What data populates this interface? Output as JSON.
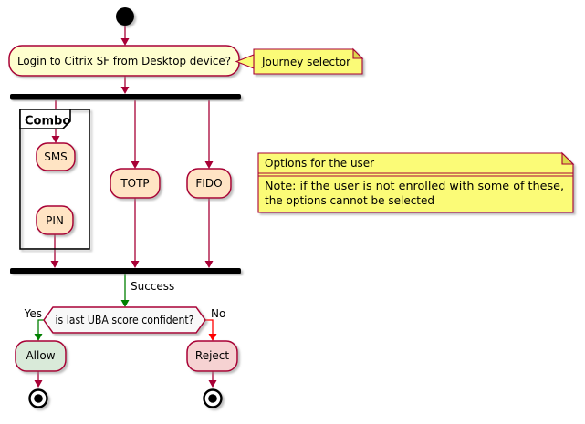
{
  "diagram_type": "activity-flowchart",
  "colors": {
    "border": "#A80036",
    "activity_fill": "#FEFECE",
    "option_fill": "#FFE4C4",
    "allow_fill": "#D9EAD9",
    "reject_fill": "#F6D2D2",
    "decision_fill": "#F8F8F8",
    "note_fill": "#FBFB77",
    "note_fold": "#DBDB4B",
    "arrow": "#A80036",
    "arrow_success": "#008000",
    "arrow_reject": "#FF0000",
    "bar": "#000000",
    "partition_border": "#000000",
    "text": "#000000"
  },
  "nodes": {
    "login": "Login to Citrix SF from Desktop device?",
    "sms": "SMS",
    "pin": "PIN",
    "totp": "TOTP",
    "fido": "FIDO",
    "decision": "is last UBA score confident?",
    "allow": "Allow",
    "reject": "Reject"
  },
  "partition": {
    "label": "Combo"
  },
  "notes": {
    "journey_selector": {
      "text": "Journey selector"
    },
    "options": {
      "title": "Options for the user",
      "body_line1": "Note: if the user is not enrolled with some of these,",
      "body_line2": "the options cannot be selected"
    }
  },
  "edge_labels": {
    "success": "Success",
    "yes": "Yes",
    "no": "No"
  }
}
